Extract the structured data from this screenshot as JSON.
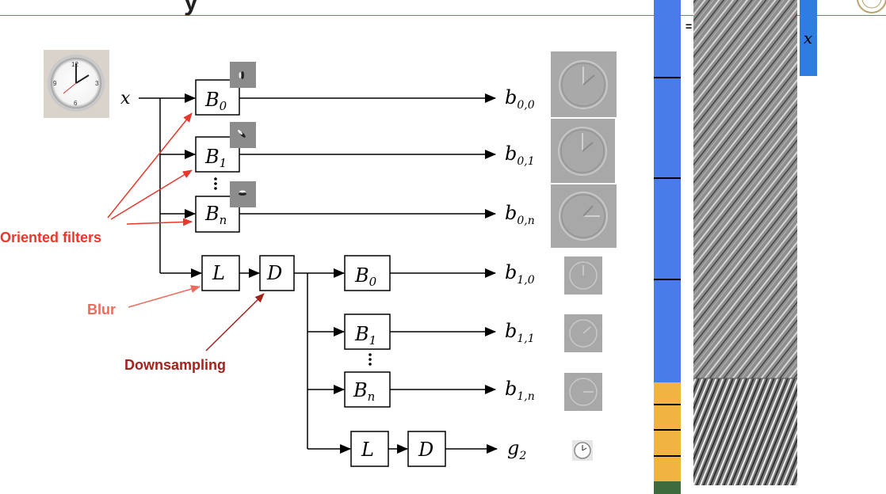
{
  "slide": {
    "title_fragment": "y"
  },
  "diagram": {
    "input_label": "x",
    "blocks": {
      "b0": "B",
      "b0_sub": "0",
      "b1": "B",
      "b1_sub": "1",
      "bn": "B",
      "bn_sub": "n",
      "l": "L",
      "d": "D"
    },
    "outputs": {
      "o00": "b",
      "o00_sub": "0,0",
      "o01": "b",
      "o01_sub": "0,1",
      "o0n": "b",
      "o0n_sub": "0,n",
      "o10": "b",
      "o10_sub": "1,0",
      "o11": "b",
      "o11_sub": "1,1",
      "o1n": "b",
      "o1n_sub": "1,n",
      "g2": "g",
      "g2_sub": "2"
    },
    "annotations": {
      "oriented_filters": "Oriented filters",
      "blur": "Blur",
      "downsampling": "Downsampling"
    },
    "colors": {
      "annotation_red": "#e8382d",
      "blur_pink": "#ee6a5c",
      "downsampling_dark": "#a3231b",
      "bar_blue": "#4a7ce8",
      "bar_orange": "#f2b441",
      "bar_green": "#3d6b3d"
    }
  },
  "matrix": {
    "equals": "=",
    "x_label": "x"
  }
}
